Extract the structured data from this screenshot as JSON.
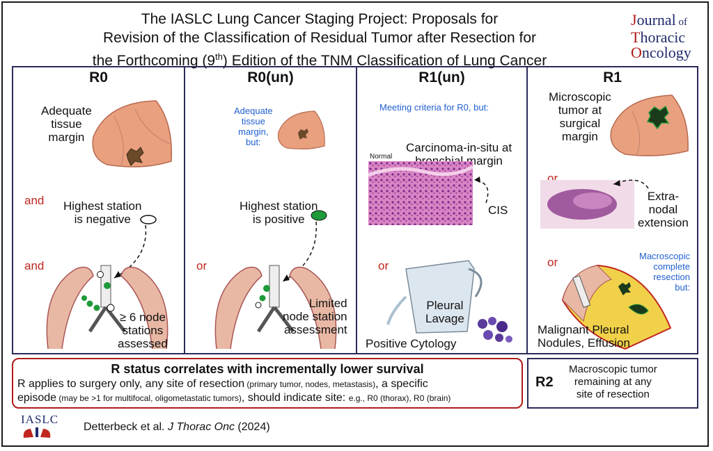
{
  "title": {
    "line1": "The IASLC Lung Cancer Staging Project: Proposals for",
    "line2": "Revision of the Classification of Residual Tumor after Resection for",
    "line3_pre": "the Forthcoming (9",
    "line3_sup": "th",
    "line3_post": ") Edition of the TNM Classification of Lung Cancer"
  },
  "journal": {
    "line1a": "J",
    "line1b": "ournal",
    "line1c": " of",
    "line2a": "T",
    "line2b": "horacic",
    "line3a": "O",
    "line3b": "ncology"
  },
  "panels": {
    "r0": {
      "heading": "R0",
      "margin_text": [
        "Adequate",
        "tissue",
        "margin"
      ],
      "and1": "and",
      "station_text": [
        "Highest station",
        "is negative"
      ],
      "and2": "and",
      "nodes_text": [
        "≥ 6 node",
        "stations",
        "assessed"
      ]
    },
    "r0un": {
      "heading": "R0(un)",
      "margin_text": [
        "Adequate",
        "tissue",
        "margin,",
        "but:"
      ],
      "station_text": [
        "Highest station",
        "is positive"
      ],
      "or": "or",
      "nodes_text": [
        "Limited",
        "node station",
        "assessment"
      ]
    },
    "r1un": {
      "heading": "R1(un)",
      "criteria": "Meeting criteria for R0, but:",
      "normal_label": "Normal",
      "cis_text": [
        "Carcinoma-in-situ at",
        "bronchial margin"
      ],
      "cis_label": "CIS",
      "or": "or",
      "lavage_text": [
        "Pleural",
        "Lavage"
      ],
      "cytology": "Positive Cytology"
    },
    "r1": {
      "heading": "R1",
      "micro_text": [
        "Microscopic",
        "tumor at",
        "surgical",
        "margin"
      ],
      "or1": "or",
      "extranodal_text": [
        "Extra-",
        "nodal",
        "extension"
      ],
      "or2": "or",
      "macro_text": [
        "Macroscopic",
        "complete",
        "resection",
        "but:"
      ],
      "pleural_text": [
        "Malignant Pleural",
        "Nodules, Effusion"
      ]
    }
  },
  "bottom": {
    "title": "R status correlates with incrementally lower survival",
    "l1a": "R applies to surgery only, any site of resection",
    "l1b": " (primary tumor, nodes, metastasis)",
    "l1c": ", a specific",
    "l2a": "episode",
    "l2b": " (may be >1 for multifocal, oligometastatic tumors)",
    "l2c": ", should indicate site: ",
    "l2d": "e.g., R0 (thorax), R0 (brain)"
  },
  "r2": {
    "label": "R2",
    "text": [
      "Macroscopic tumor",
      "remaining at any",
      "site of resection"
    ]
  },
  "footer": {
    "logo": "IASLC",
    "cite_pre": "Detterbeck et al. ",
    "cite_journal": "J Thorac Onc",
    "cite_post": " (2024)"
  },
  "colors": {
    "accent_red": "#c0261f",
    "accent_blue": "#1f5fd0",
    "navy": "#1f2a6b",
    "lung": "#e8a07f",
    "node_green": "#1f9a3a"
  }
}
